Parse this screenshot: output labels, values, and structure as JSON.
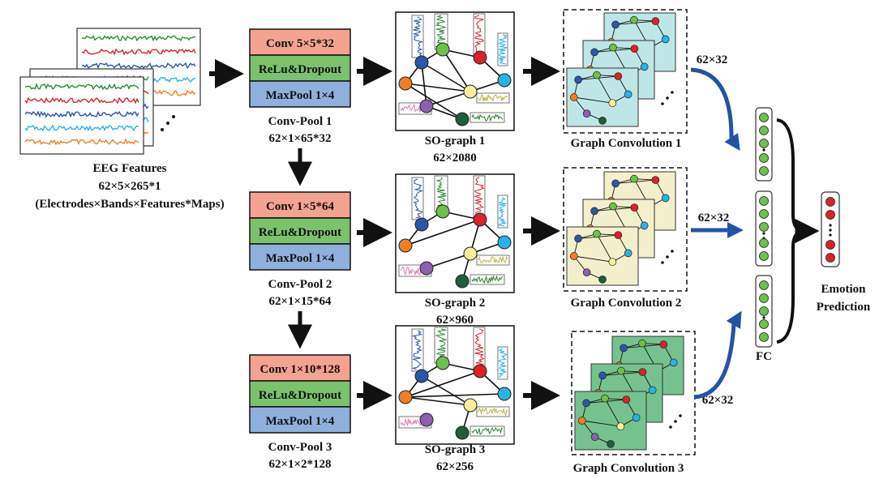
{
  "eeg": {
    "title": "EEG Features",
    "dims": "62×5×265*1",
    "axes": "(Electrodes×Bands×Features*Maps)"
  },
  "conv_pool": [
    {
      "conv": "Conv 5×5*32",
      "act": "ReLu&Dropout",
      "pool": "MaxPool 1×4",
      "name": "Conv-Pool 1",
      "dims": "62×1×65*32"
    },
    {
      "conv": "Conv 1×5*64",
      "act": "ReLu&Dropout",
      "pool": "MaxPool 1×4",
      "name": "Conv-Pool 2",
      "dims": "62×1×15*64"
    },
    {
      "conv": "Conv 1×10*128",
      "act": "ReLu&Dropout",
      "pool": "MaxPool 1×4",
      "name": "Conv-Pool 3",
      "dims": "62×1×2*128"
    }
  ],
  "so_graphs": [
    {
      "name": "SO-graph 1",
      "dims": "62×2080"
    },
    {
      "name": "SO-graph 2",
      "dims": "62×960"
    },
    {
      "name": "SO-graph 3",
      "dims": "62×256"
    }
  ],
  "graph_convs": [
    {
      "name": "Graph Convolution 1",
      "out": "62×32",
      "fill": "#bfe6e6"
    },
    {
      "name": "Graph Convolution 2",
      "out": "62×32",
      "fill": "#f3efcc"
    },
    {
      "name": "Graph Convolution 3",
      "out": "62×32",
      "fill": "#76c28f"
    }
  ],
  "fc": {
    "label": "FC"
  },
  "output": {
    "line1": "Emotion",
    "line2": "Prediction"
  },
  "colors": {
    "conv": "#f4a291",
    "relu": "#7cc26d",
    "pool": "#8fb0dd",
    "arrow_blue": "#2453a6",
    "node_green": "#6cc24a",
    "node_red": "#d9232a",
    "node_blue": "#2a57a8",
    "node_orange": "#f07f23",
    "node_cyan": "#27b4e6",
    "node_yellow": "#f6f09a",
    "node_purple": "#8e5fb0",
    "node_dark": "#1e5e3b"
  }
}
